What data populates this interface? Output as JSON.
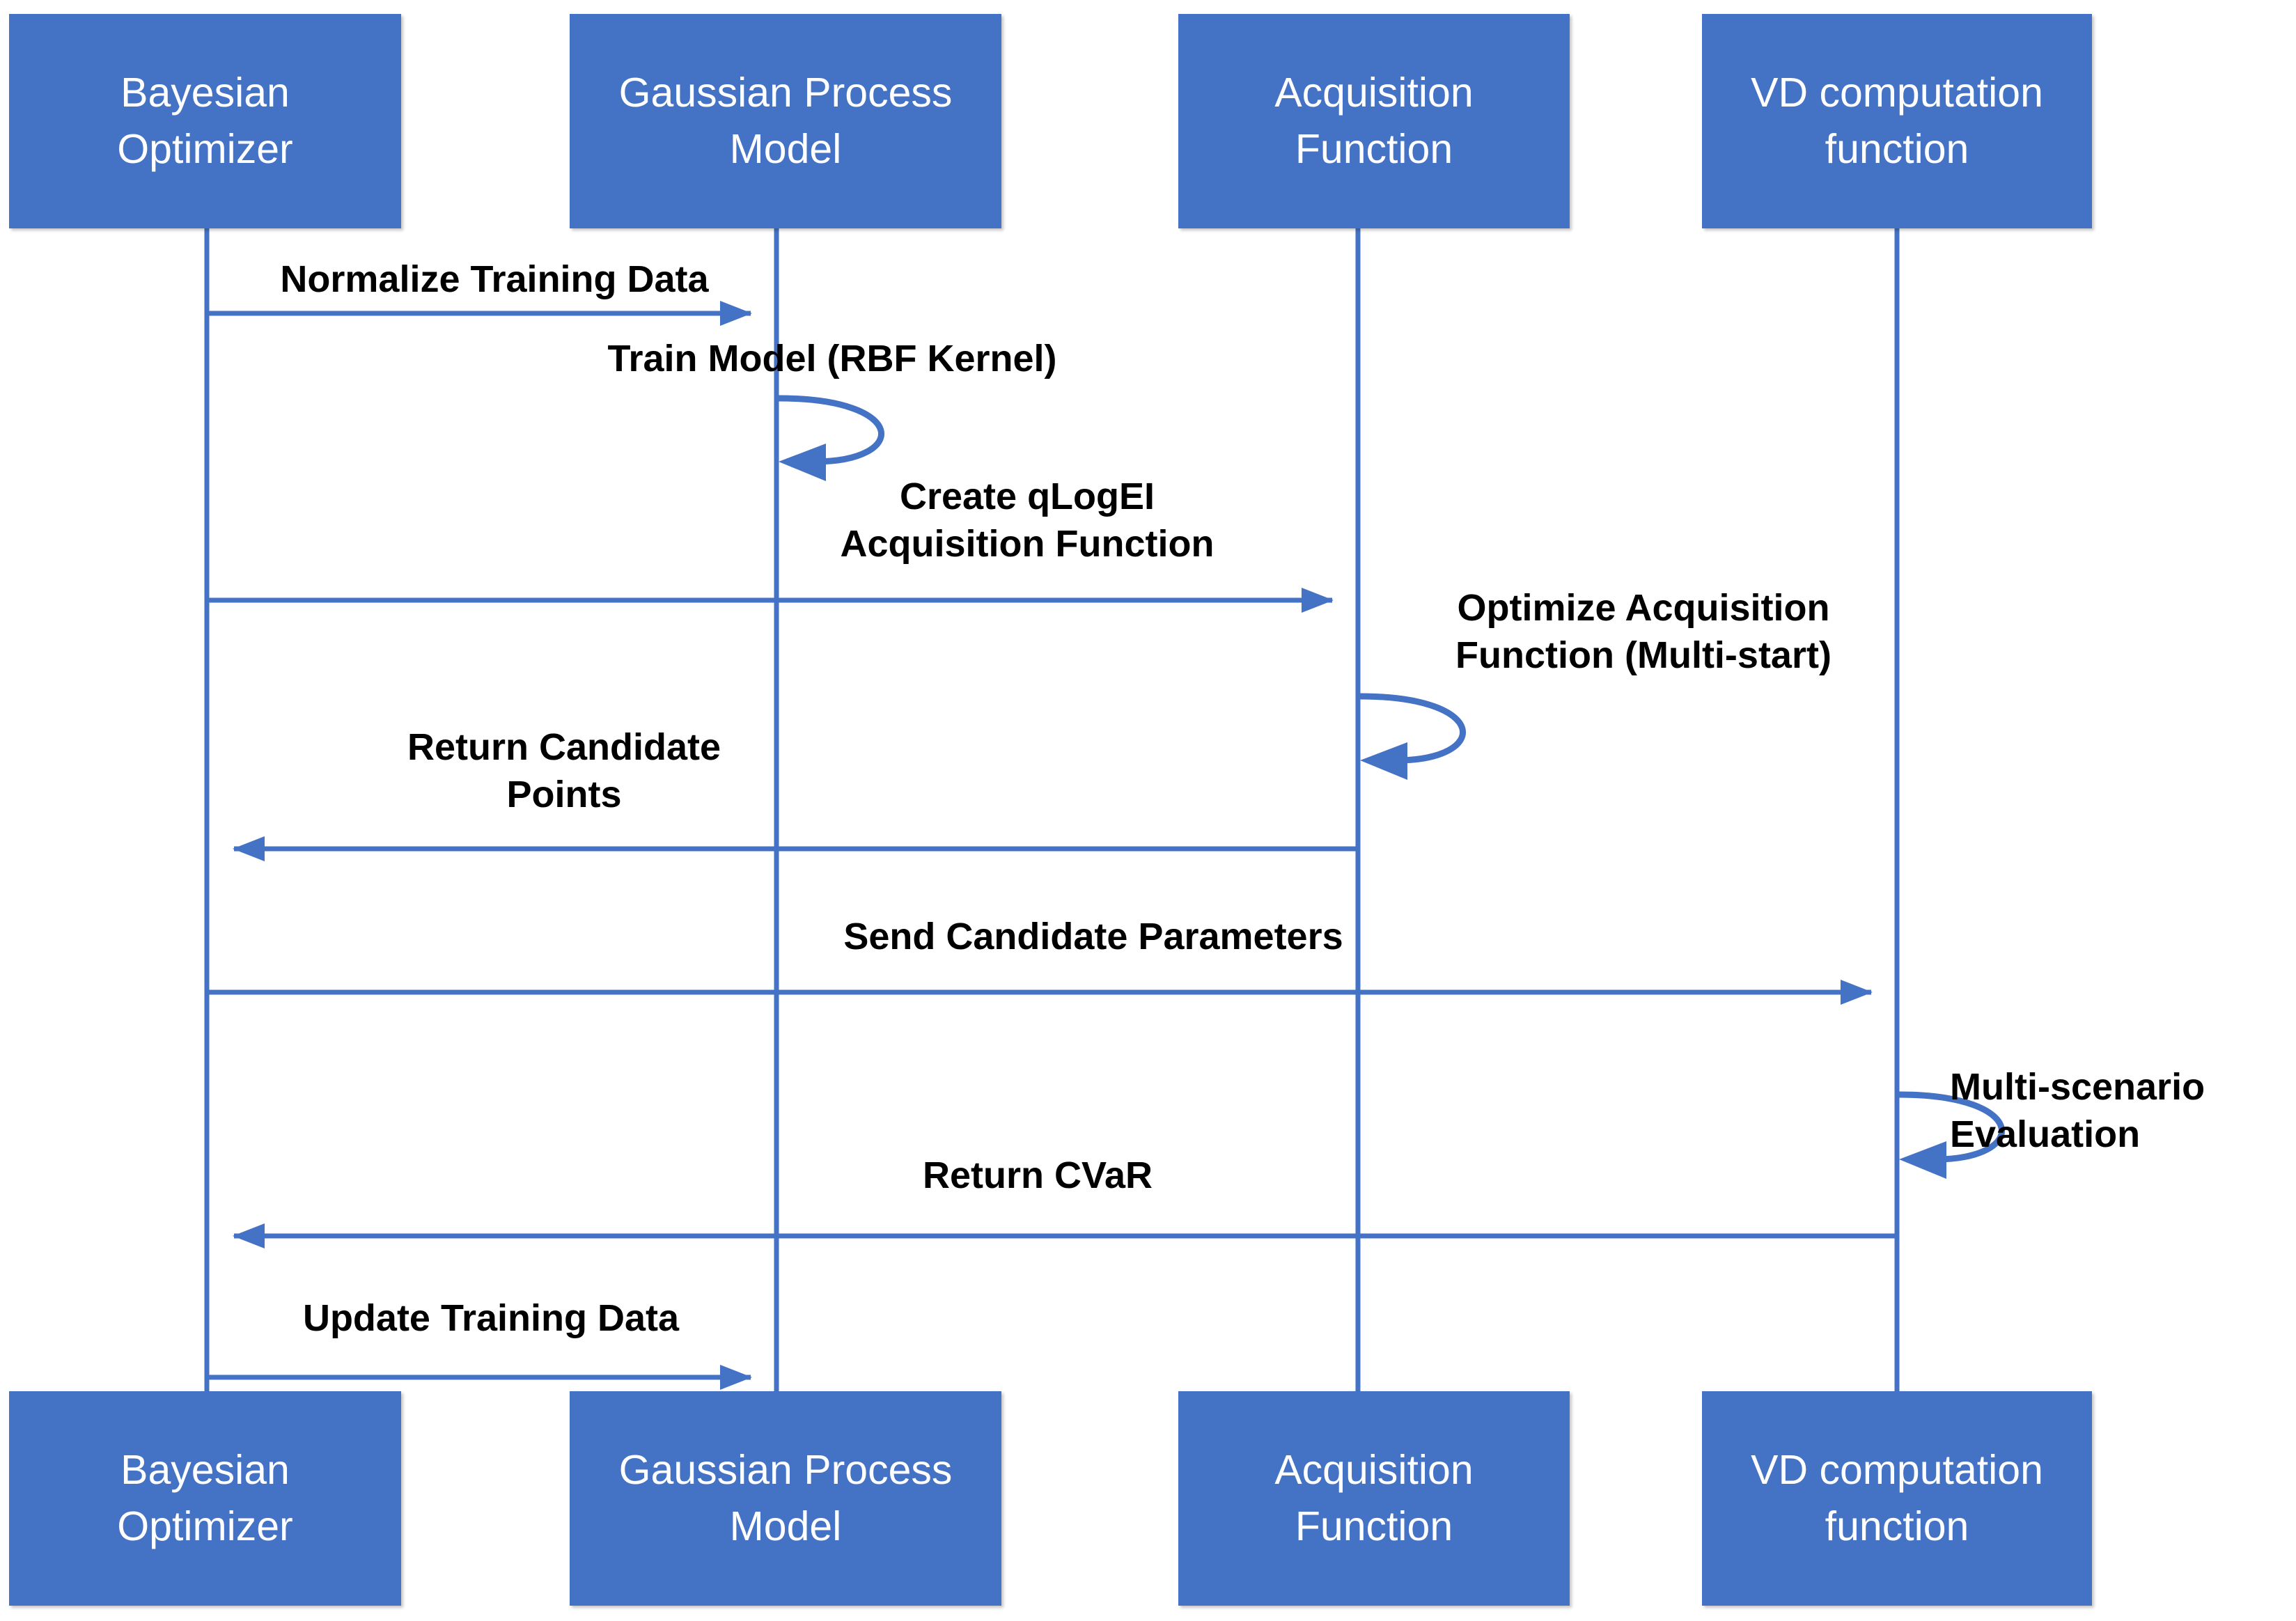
{
  "diagram": {
    "type": "uml-sequence-diagram",
    "accent_color": "#4472C4",
    "line_color": "#4472C4",
    "text_color": "#000000",
    "actor_text_color": "#FFFFFF",
    "background": "#FFFFFF"
  },
  "actors": [
    {
      "id": "bayesian-optimizer",
      "label": "Bayesian\nOptimizer"
    },
    {
      "id": "gaussian-process-model",
      "label": "Gaussian Process\nModel"
    },
    {
      "id": "acquisition-function",
      "label": "Acquisition\nFunction"
    },
    {
      "id": "vd-computation-function",
      "label": "VD computation\nfunction"
    }
  ],
  "messages": [
    {
      "id": "normalize-training-data",
      "label": "Normalize Training Data",
      "kind": "call",
      "from": "bayesian-optimizer",
      "to": "gaussian-process-model"
    },
    {
      "id": "train-model",
      "label": "Train Model  (RBF Kernel)",
      "kind": "self",
      "from": "gaussian-process-model",
      "to": "gaussian-process-model"
    },
    {
      "id": "create-qlogei",
      "label": "Create qLogEI\nAcquisition Function",
      "kind": "call",
      "from": "bayesian-optimizer",
      "to": "acquisition-function"
    },
    {
      "id": "optimize-acquisition",
      "label": "Optimize Acquisition\nFunction (Multi-start)",
      "kind": "self",
      "from": "acquisition-function",
      "to": "acquisition-function"
    },
    {
      "id": "return-candidate-points",
      "label": "Return Candidate\nPoints",
      "kind": "return",
      "from": "acquisition-function",
      "to": "bayesian-optimizer"
    },
    {
      "id": "send-candidate-parameters",
      "label": "Send Candidate Parameters",
      "kind": "call",
      "from": "bayesian-optimizer",
      "to": "vd-computation-function"
    },
    {
      "id": "multi-scenario-evaluation",
      "label": "Multi-scenario\nEvaluation",
      "kind": "self",
      "from": "vd-computation-function",
      "to": "vd-computation-function"
    },
    {
      "id": "return-cvar",
      "label": "Return CVaR",
      "kind": "return",
      "from": "vd-computation-function",
      "to": "bayesian-optimizer"
    },
    {
      "id": "update-training-data",
      "label": "Update Training Data",
      "kind": "call",
      "from": "bayesian-optimizer",
      "to": "gaussian-process-model"
    }
  ]
}
